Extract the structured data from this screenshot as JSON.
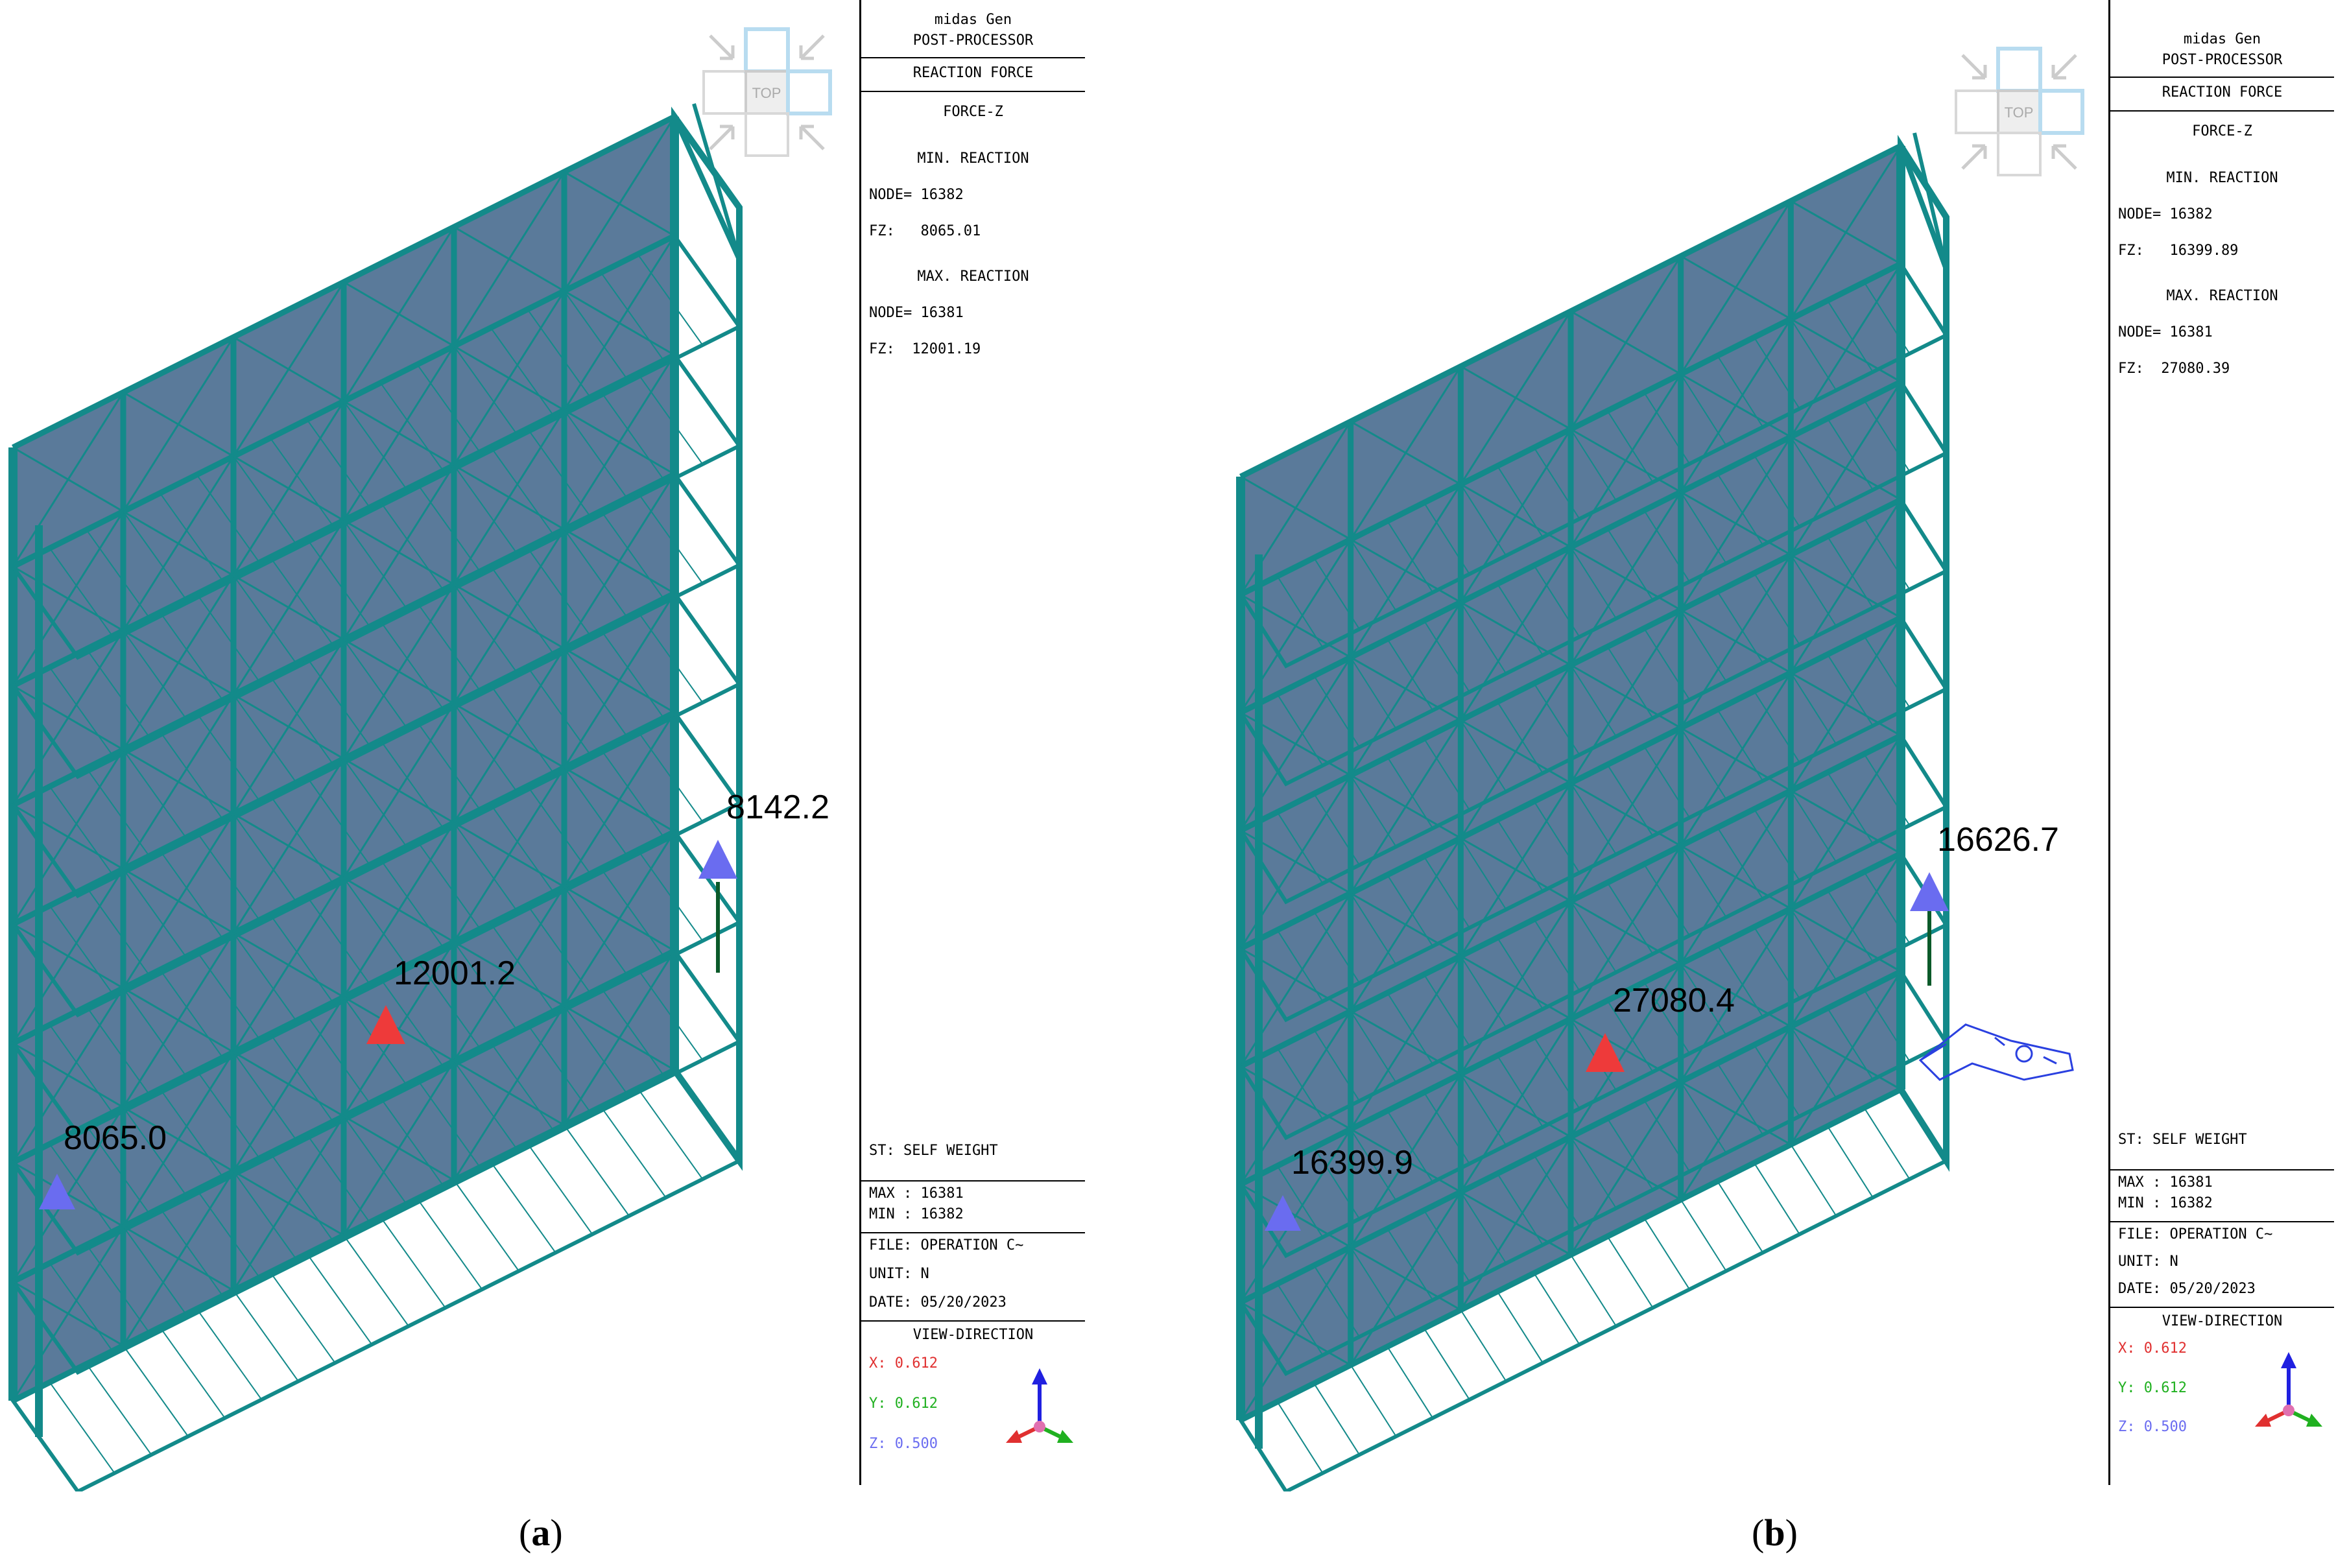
{
  "panels": [
    {
      "id": "a",
      "caption_letter": "a",
      "header": {
        "app": "midas Gen",
        "mode": "POST-PROCESSOR",
        "result": "REACTION FORCE",
        "component": "FORCE-Z",
        "min_title": "MIN. REACTION",
        "min_node": "NODE= 16382",
        "min_fz": "FZ:   8065.01",
        "max_title": "MAX. REACTION",
        "max_node": "NODE= 16381",
        "max_fz": "FZ:  12001.19"
      },
      "footer": {
        "st": "ST: SELF WEIGHT",
        "max": "MAX : 16381",
        "min": "MIN : 16382",
        "file": "FILE: OPERATION C~",
        "unit": "UNIT: N",
        "date": "DATE: 05/20/2023",
        "view_title": "VIEW-DIRECTION",
        "x": "X: 0.612",
        "y": "Y: 0.612",
        "z": "Z: 0.500"
      },
      "reactions": {
        "left": "8065.0",
        "center": "12001.2",
        "right": "8142.2"
      },
      "view_cube_label": "TOP"
    },
    {
      "id": "b",
      "caption_letter": "b",
      "header": {
        "app": "midas Gen",
        "mode": "POST-PROCESSOR",
        "result": "REACTION FORCE",
        "component": "FORCE-Z",
        "min_title": "MIN. REACTION",
        "min_node": "NODE= 16382",
        "min_fz": "FZ:   16399.89",
        "max_title": "MAX. REACTION",
        "max_node": "NODE= 16381",
        "max_fz": "FZ:  27080.39"
      },
      "footer": {
        "st": "ST: SELF WEIGHT",
        "max": "MAX : 16381",
        "min": "MIN : 16382",
        "file": "FILE: OPERATION C~",
        "unit": "UNIT: N",
        "date": "DATE: 05/20/2023",
        "view_title": "VIEW-DIRECTION",
        "x": "X: 0.612",
        "y": "Y: 0.612",
        "z": "Z: 0.500"
      },
      "reactions": {
        "left": "16399.9",
        "center": "27080.4",
        "right": "16626.7"
      },
      "view_cube_label": "TOP"
    }
  ],
  "colors": {
    "frame": "#138a8a",
    "frame_dark": "#0b6a6a",
    "panel_fill": "#5a7a9a",
    "arrow_blue": "#6a6cf0",
    "arrow_red": "#ee3a3a",
    "axis_x": "#e03030",
    "axis_y": "#20b020",
    "axis_z": "#2020e0",
    "view_cube": "#b8dcf0"
  },
  "icons": [
    "view-cube-icon",
    "axis-triad-icon",
    "reaction-arrow-icon",
    "support-outline-icon"
  ]
}
